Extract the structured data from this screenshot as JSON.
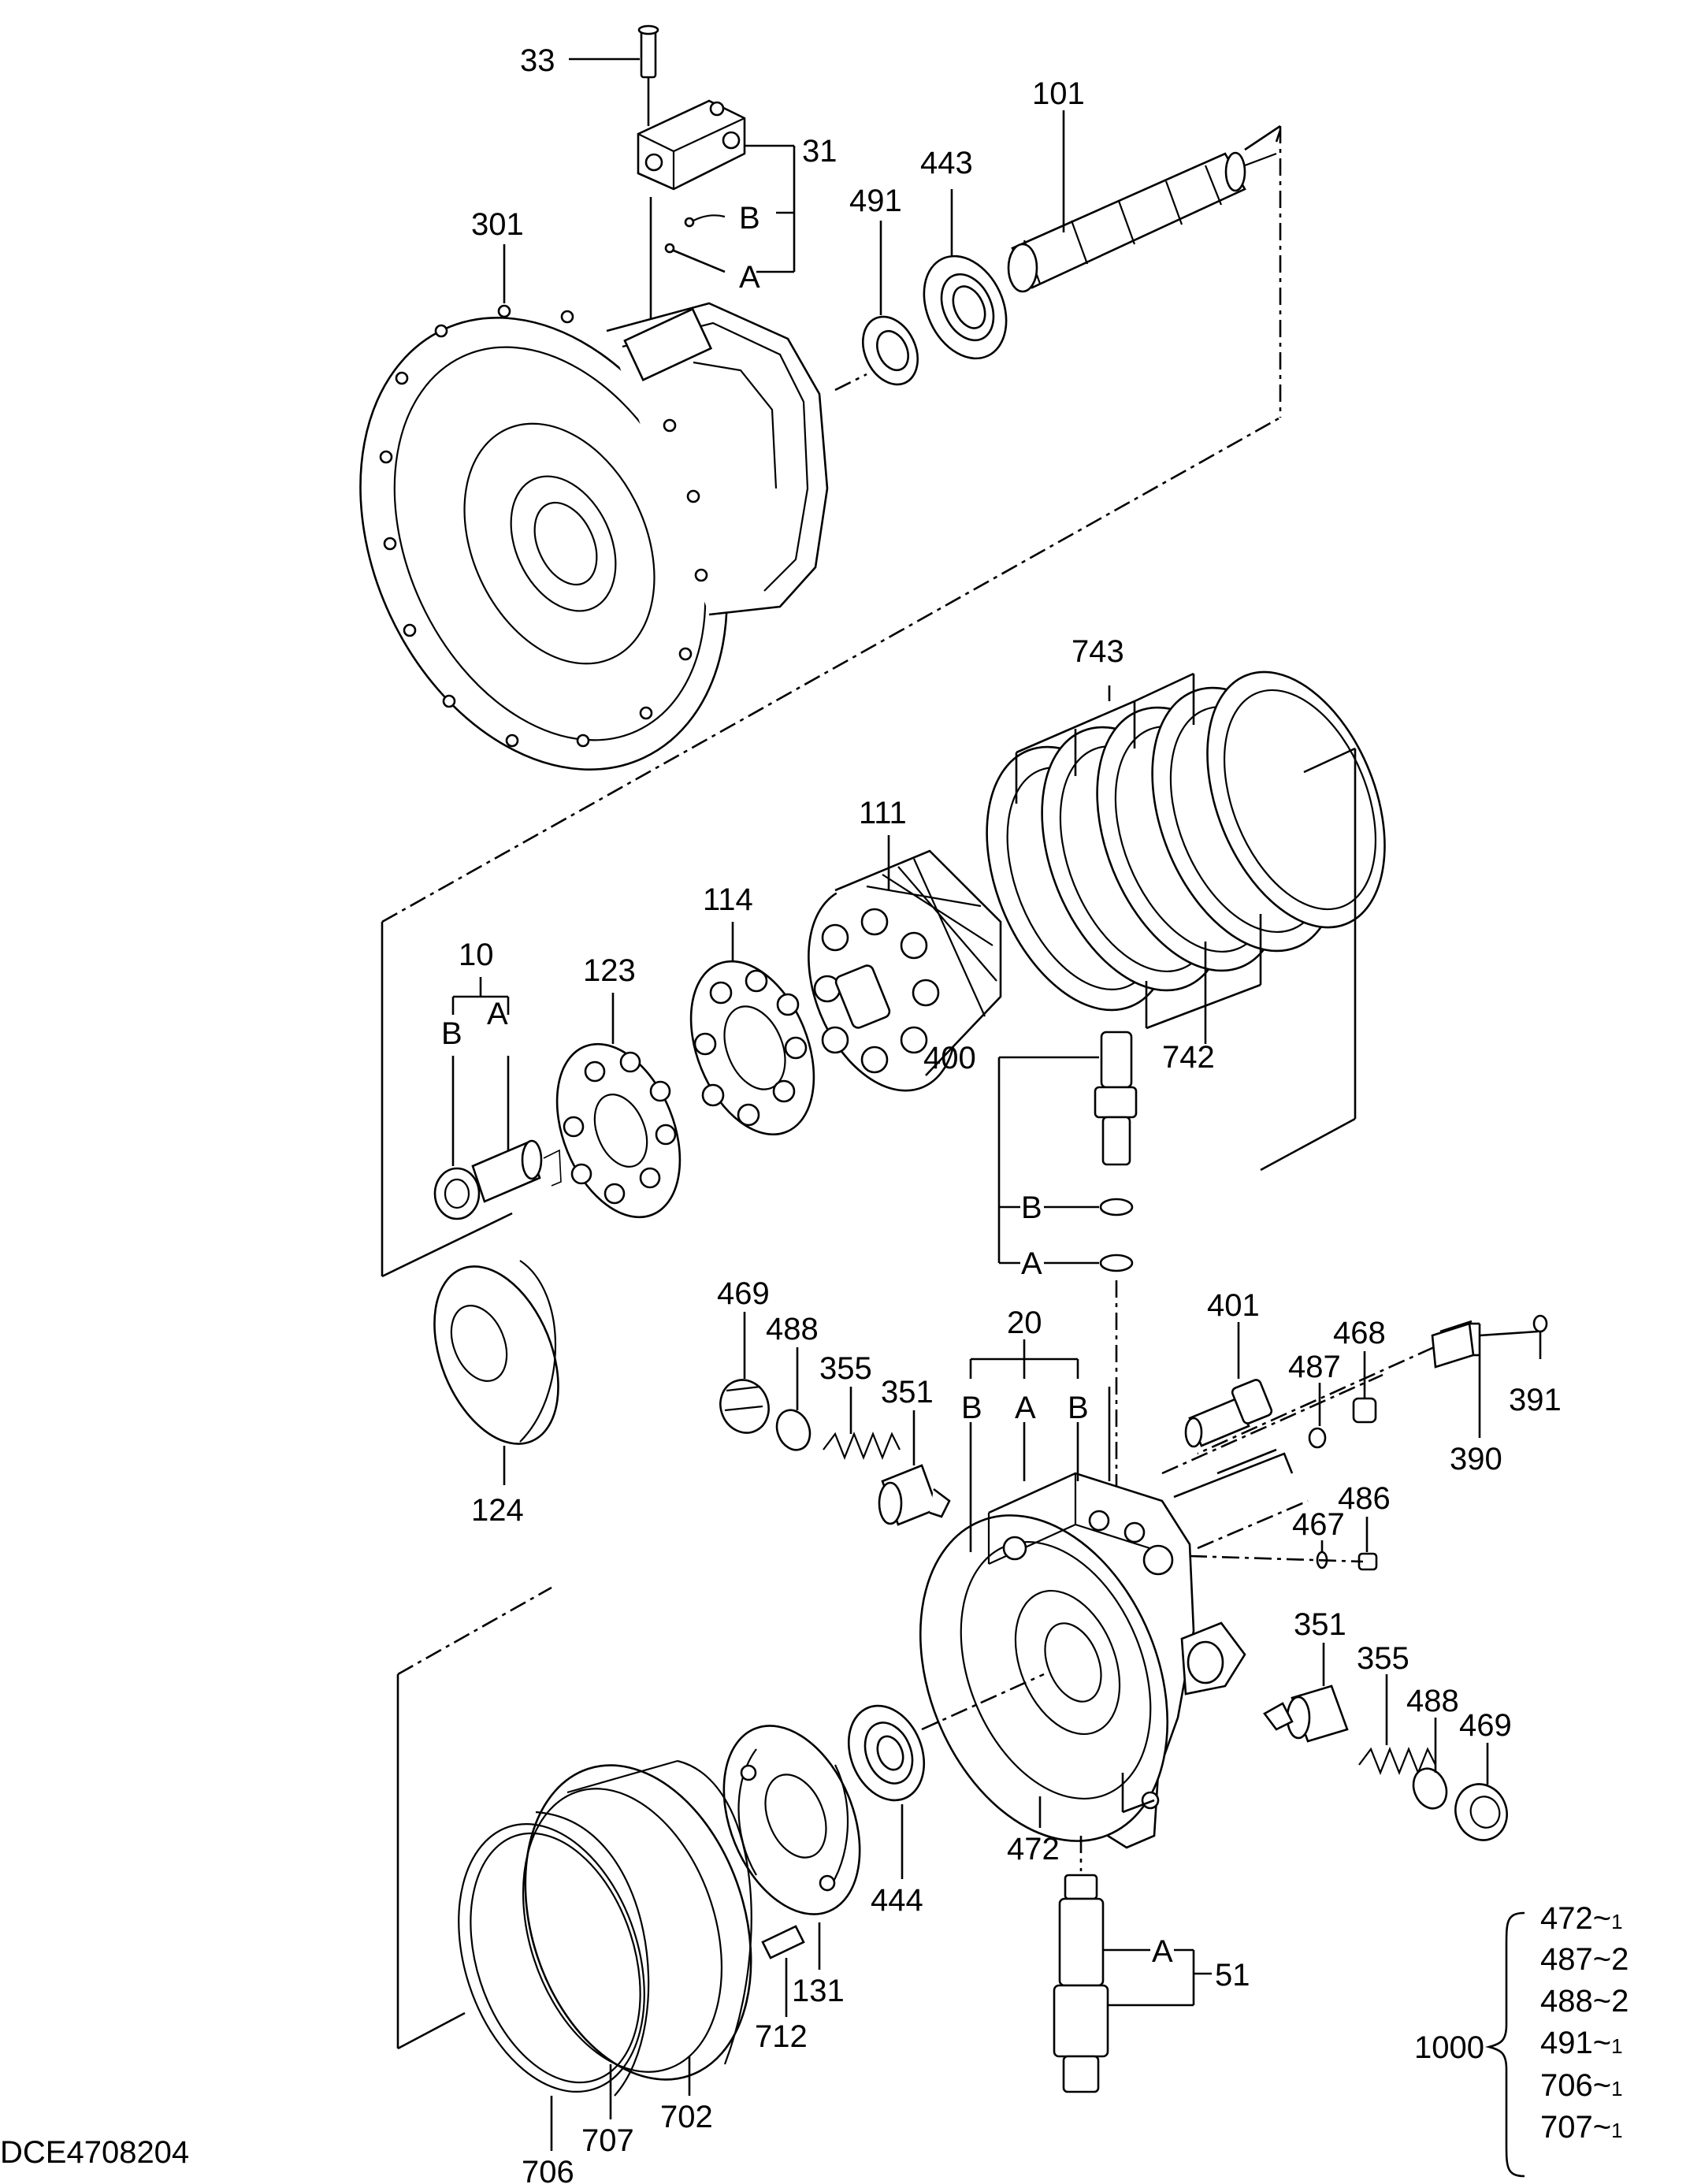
{
  "drawing_code": "DCE4708204",
  "part_labels": {
    "p33": "33",
    "p31": "31",
    "p31B": "B",
    "p31A": "A",
    "p101": "101",
    "p443": "443",
    "p491": "491",
    "p301": "301",
    "p743": "743",
    "p742": "742",
    "p111": "111",
    "p114": "114",
    "p123": "123",
    "p10": "10",
    "p10B": "B",
    "p10A": "A",
    "p124": "124",
    "p400": "400",
    "p400B": "B",
    "p400A": "A",
    "p469a": "469",
    "p488a": "488",
    "p355a": "355",
    "p351a": "351",
    "p20": "20",
    "p20B1": "B",
    "p20A": "A",
    "p20B2": "B",
    "p401": "401",
    "p487": "487",
    "p468": "468",
    "p391": "391",
    "p390": "390",
    "p486": "486",
    "p467": "467",
    "p351b": "351",
    "p355b": "355",
    "p488b": "488",
    "p469b": "469",
    "p472": "472",
    "p444": "444",
    "p131": "131",
    "p712": "712",
    "p702": "702",
    "p707": "707",
    "p706": "706",
    "p51A": "A",
    "p51": "51"
  },
  "kit": {
    "number": "1000",
    "items": [
      {
        "part": "472",
        "sep": "~",
        "qty": "1"
      },
      {
        "part": "487",
        "sep": "~",
        "qty": "2"
      },
      {
        "part": "488",
        "sep": "~",
        "qty": "2"
      },
      {
        "part": "491",
        "sep": "~",
        "qty": "1"
      },
      {
        "part": "706",
        "sep": "~",
        "qty": "1"
      },
      {
        "part": "707",
        "sep": "~",
        "qty": "1"
      }
    ]
  }
}
